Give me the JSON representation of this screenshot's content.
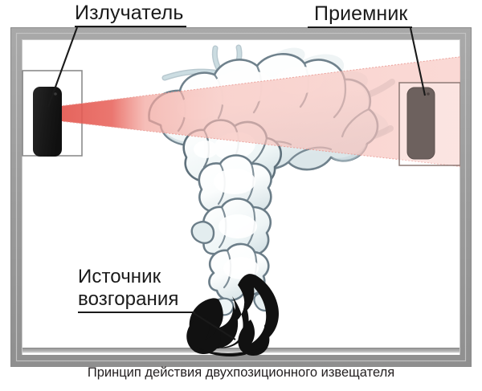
{
  "diagram": {
    "title_caption": "Принцип действия двухпозиционного извещателя",
    "labels": {
      "emitter": "Излучатель",
      "receiver": "Приемник",
      "fire_source_line1": "Источник",
      "fire_source_line2": "возгорания"
    },
    "elements": {
      "emitter_device": "emitter-device",
      "receiver_device": "receiver-device",
      "beam": "infrared-beam",
      "smoke": "smoke-plume",
      "flame": "flame",
      "room_frame": "room-frame",
      "floor": "floor"
    },
    "colors": {
      "frame_outer": "#9a9a9a",
      "frame_inner": "#b5b5b5",
      "beam_near": "#e8574f",
      "beam_far": "#f6c3bd",
      "emitter_body": "#1a1a1a",
      "receiver_body": "#6d615e",
      "smoke_light": "#ffffff",
      "smoke_shade": "#dfe8ea",
      "smoke_outline": "#6e7f8a",
      "flame": "#111111",
      "text": "#1a1a1a",
      "background": "#ffffff"
    }
  }
}
